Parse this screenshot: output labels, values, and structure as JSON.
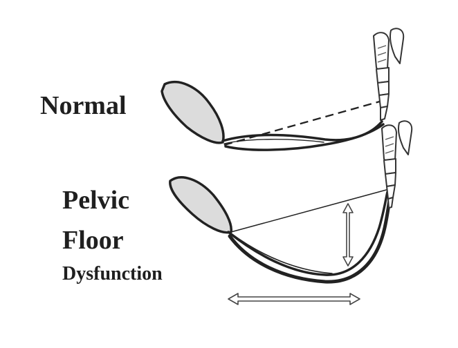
{
  "labels": {
    "normal": "Normal",
    "pelvic": "Pelvic",
    "floor": "Floor",
    "dysfunction": "Dysfunction"
  },
  "colors": {
    "bone_fill": "#dcdcdc",
    "outline": "#222222",
    "background": "#ffffff"
  },
  "icons": [
    "pubic-bone-icon",
    "coccyx-sacrum-icon",
    "double-headed-arrow-icon"
  ]
}
